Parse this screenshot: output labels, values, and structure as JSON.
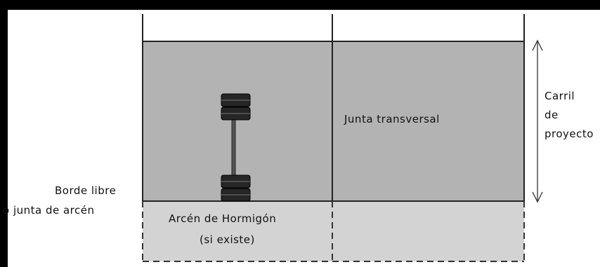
{
  "labels": {
    "transverse_joint": "Junta transversal",
    "free_edge_line1": "Borde libre",
    "free_edge_line2": "o junta de arcén",
    "shoulder_line1": "Arcén de Hormigón",
    "shoulder_line2": "(si existe)",
    "lane_line1": "Carril",
    "lane_line2": "de",
    "lane_line3": "proyecto"
  },
  "colors": {
    "border": "#000000",
    "background": "#ffffff",
    "slab": "#b3b3b3",
    "shoulder": "#d3d3d3",
    "lines": "#222222"
  }
}
